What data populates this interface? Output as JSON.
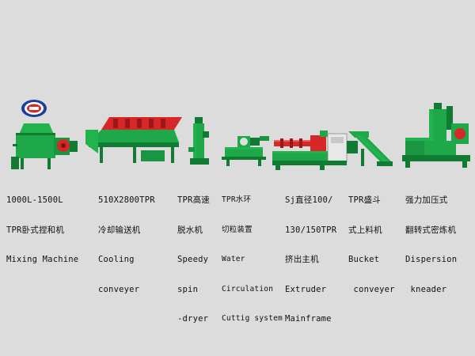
{
  "colors": {
    "background": "#dcdcdc",
    "machine_green": "#1fa84a",
    "machine_dark_green": "#117a33",
    "accent_red": "#d62828",
    "logo_blue": "#1b3f9e"
  },
  "logo": {
    "icon": "company-badge-icon"
  },
  "machines": [
    {
      "id": "mixing-machine",
      "icon": "mixing-machine-icon",
      "lines": [
        "1000L-1500L",
        "TPR卧式捏和机",
        "Mixing Machine"
      ]
    },
    {
      "id": "cooling-conveyer",
      "icon": "cooling-conveyer-icon",
      "lines": [
        "510X2800TPR",
        "冷却输送机",
        "Cooling",
        "conveyer"
      ]
    },
    {
      "id": "spin-dryer",
      "icon": "spin-dryer-icon",
      "lines": [
        "TPR高速",
        "脱水机",
        "Speedy",
        "spin",
        "-dryer"
      ]
    },
    {
      "id": "cutting-system",
      "icon": "pelletizer-icon",
      "lines": [
        "TPR水环",
        "切粒装置",
        "Water",
        "Circulation",
        "Cuttig system"
      ]
    },
    {
      "id": "extruder-mainframe",
      "icon": "extruder-icon",
      "lines": [
        "Sj直径100/",
        "130/150TPR",
        "挤出主机",
        "Extruder",
        "Mainframe"
      ]
    },
    {
      "id": "bucket-conveyer",
      "icon": "bucket-conveyer-icon",
      "lines": [
        "TPR盛斗",
        "式上料机",
        "Bucket",
        " conveyer"
      ]
    },
    {
      "id": "dispersion-kneader",
      "icon": "dispersion-kneader-icon",
      "lines": [
        "强力加压式",
        "翻转式密炼机",
        "Dispersion",
        " kneader"
      ]
    }
  ]
}
